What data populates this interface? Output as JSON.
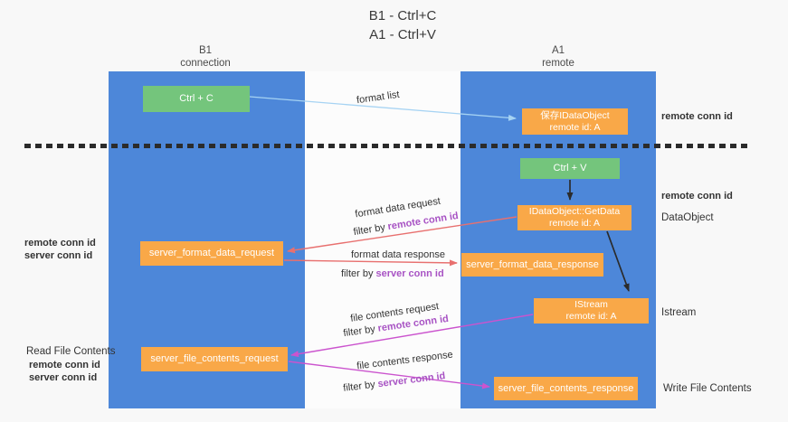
{
  "title": {
    "line1": "B1 - Ctrl+C",
    "line2": "A1 - Ctrl+V"
  },
  "lifelines": {
    "left": {
      "name": "B1",
      "role": "connection"
    },
    "right": {
      "name": "A1",
      "role": "remote"
    }
  },
  "boxes": {
    "ctrl_c": {
      "label": "Ctrl + C"
    },
    "saved_dataobject": {
      "line1": "保存IDataObject",
      "line2": "remote id: A"
    },
    "ctrl_v": {
      "label": "Ctrl + V"
    },
    "getdata": {
      "line1": "IDataObject::GetData",
      "line2": "remote id: A"
    },
    "istream": {
      "line1": "IStream",
      "line2": "remote id: A"
    },
    "server_format_data_request": {
      "label": "server_format_data_request"
    },
    "server_format_data_response": {
      "label": "server_format_data_response"
    },
    "server_file_contents_request": {
      "label": "server_file_contents_request"
    },
    "server_file_contents_response": {
      "label": "server_file_contents_response"
    }
  },
  "flow_labels": {
    "format_list": "format list",
    "format_data_request": "format data request",
    "format_data_response": "format data response",
    "file_contents_request": "file contents request",
    "file_contents_response": "file contents response",
    "filter_by": "filter by",
    "remote_conn_id": "remote conn id",
    "server_conn_id": "server conn id"
  },
  "side_labels": {
    "remote_conn_id_top_right": "remote conn id",
    "remote_conn_id_mid_right": "remote conn id",
    "dataobject": "DataObject",
    "istream": "Istream",
    "write_file_contents": "Write File Contents",
    "read_file_contents": "Read File Contents",
    "remote_conn_id_left_1": "remote conn id",
    "server_conn_id_left_1": "server conn id",
    "remote_conn_id_left_2": "remote conn id",
    "server_conn_id_left_2": "server conn id"
  },
  "colors": {
    "background": "#f8f8f8",
    "column_blue": "#4d87d9",
    "box_green": "#74c57c",
    "box_orange": "#f9a848",
    "arrow_blue": "#a6d3f3",
    "arrow_black": "#2b2b2b",
    "arrow_red": "#e8706f",
    "arrow_magenta": "#cb54ce",
    "text_purple": "#a853c4",
    "text_green": "#5fba64",
    "dash_color": "#2b2b2b"
  }
}
